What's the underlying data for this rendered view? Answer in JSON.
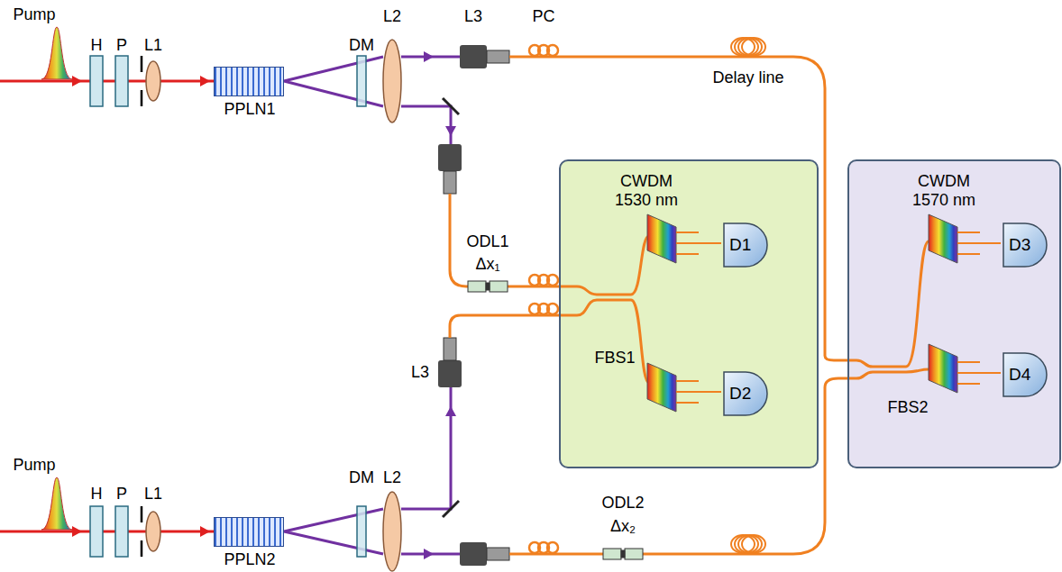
{
  "diagram": {
    "nodes": [
      {
        "text": [
          "PPLN1"
        ]
      },
      {
        "text": [
          "CWDM 1530 nm",
          "FBS1"
        ]
      },
      {
        "text": [
          "D1"
        ],
        "in": 1
      },
      {
        "text": [
          "D2"
        ],
        "in": 1
      },
      {
        "text": [
          "CWDM 1570 nm",
          "FBS2"
        ]
      },
      {
        "text": [
          "D3"
        ],
        "in": 4
      },
      {
        "text": [
          "D4"
        ],
        "in": 4
      },
      {
        "text": [
          "PPLN2"
        ]
      }
    ],
    "labels": [
      "Pump",
      "H",
      "P",
      "L1",
      "DM",
      "L2",
      "L3",
      "PC",
      "Delay line",
      "ODL1",
      "Δx₁",
      "L3",
      "Pump",
      "H",
      "P",
      "L1",
      "DM",
      "L2",
      "ODL2",
      "Δx₂"
    ]
  }
}
